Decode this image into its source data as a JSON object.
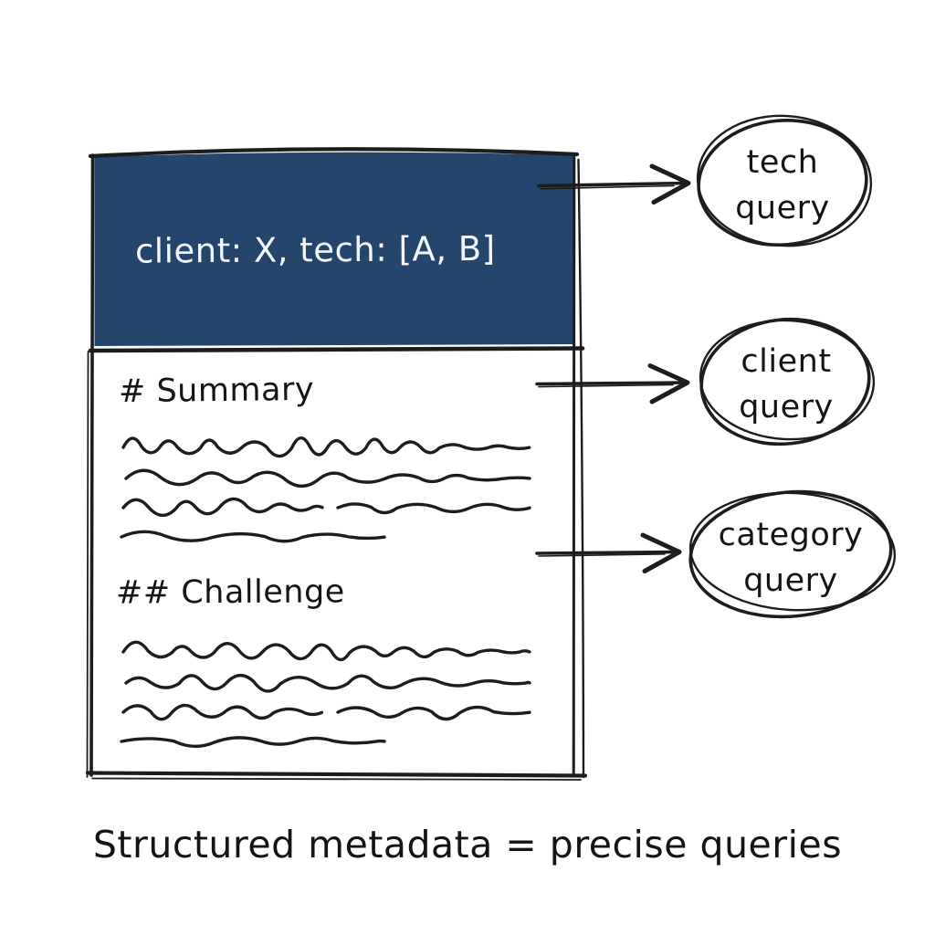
{
  "diagram": {
    "document": {
      "frontmatter": "client: X, tech: [A, B]",
      "sections": [
        {
          "heading": "# Summary"
        },
        {
          "heading": "## Challenge"
        }
      ]
    },
    "queries": [
      {
        "label": "tech query"
      },
      {
        "label": "client query"
      },
      {
        "label": "category query"
      }
    ],
    "caption": "Structured metadata = precise queries",
    "colors": {
      "header_bg": "#24466d",
      "ink": "#1d1d1d",
      "header_text": "#f3f6fa",
      "paper": "#ffffff"
    }
  }
}
